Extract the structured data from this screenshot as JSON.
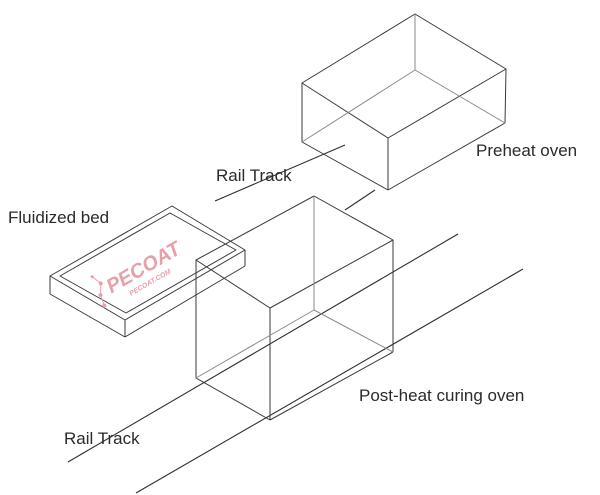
{
  "labels": {
    "preheat_oven": "Preheat oven",
    "rail_track_upper": "Rail Track",
    "fluidized_bed": "Fluidized bed",
    "post_heat_oven": "Post-heat curing oven",
    "rail_track_lower": "Rail Track"
  },
  "watermark": {
    "brand": "PECOAT",
    "site": "PECOAT.COM",
    "color": "#e8a0a8"
  }
}
